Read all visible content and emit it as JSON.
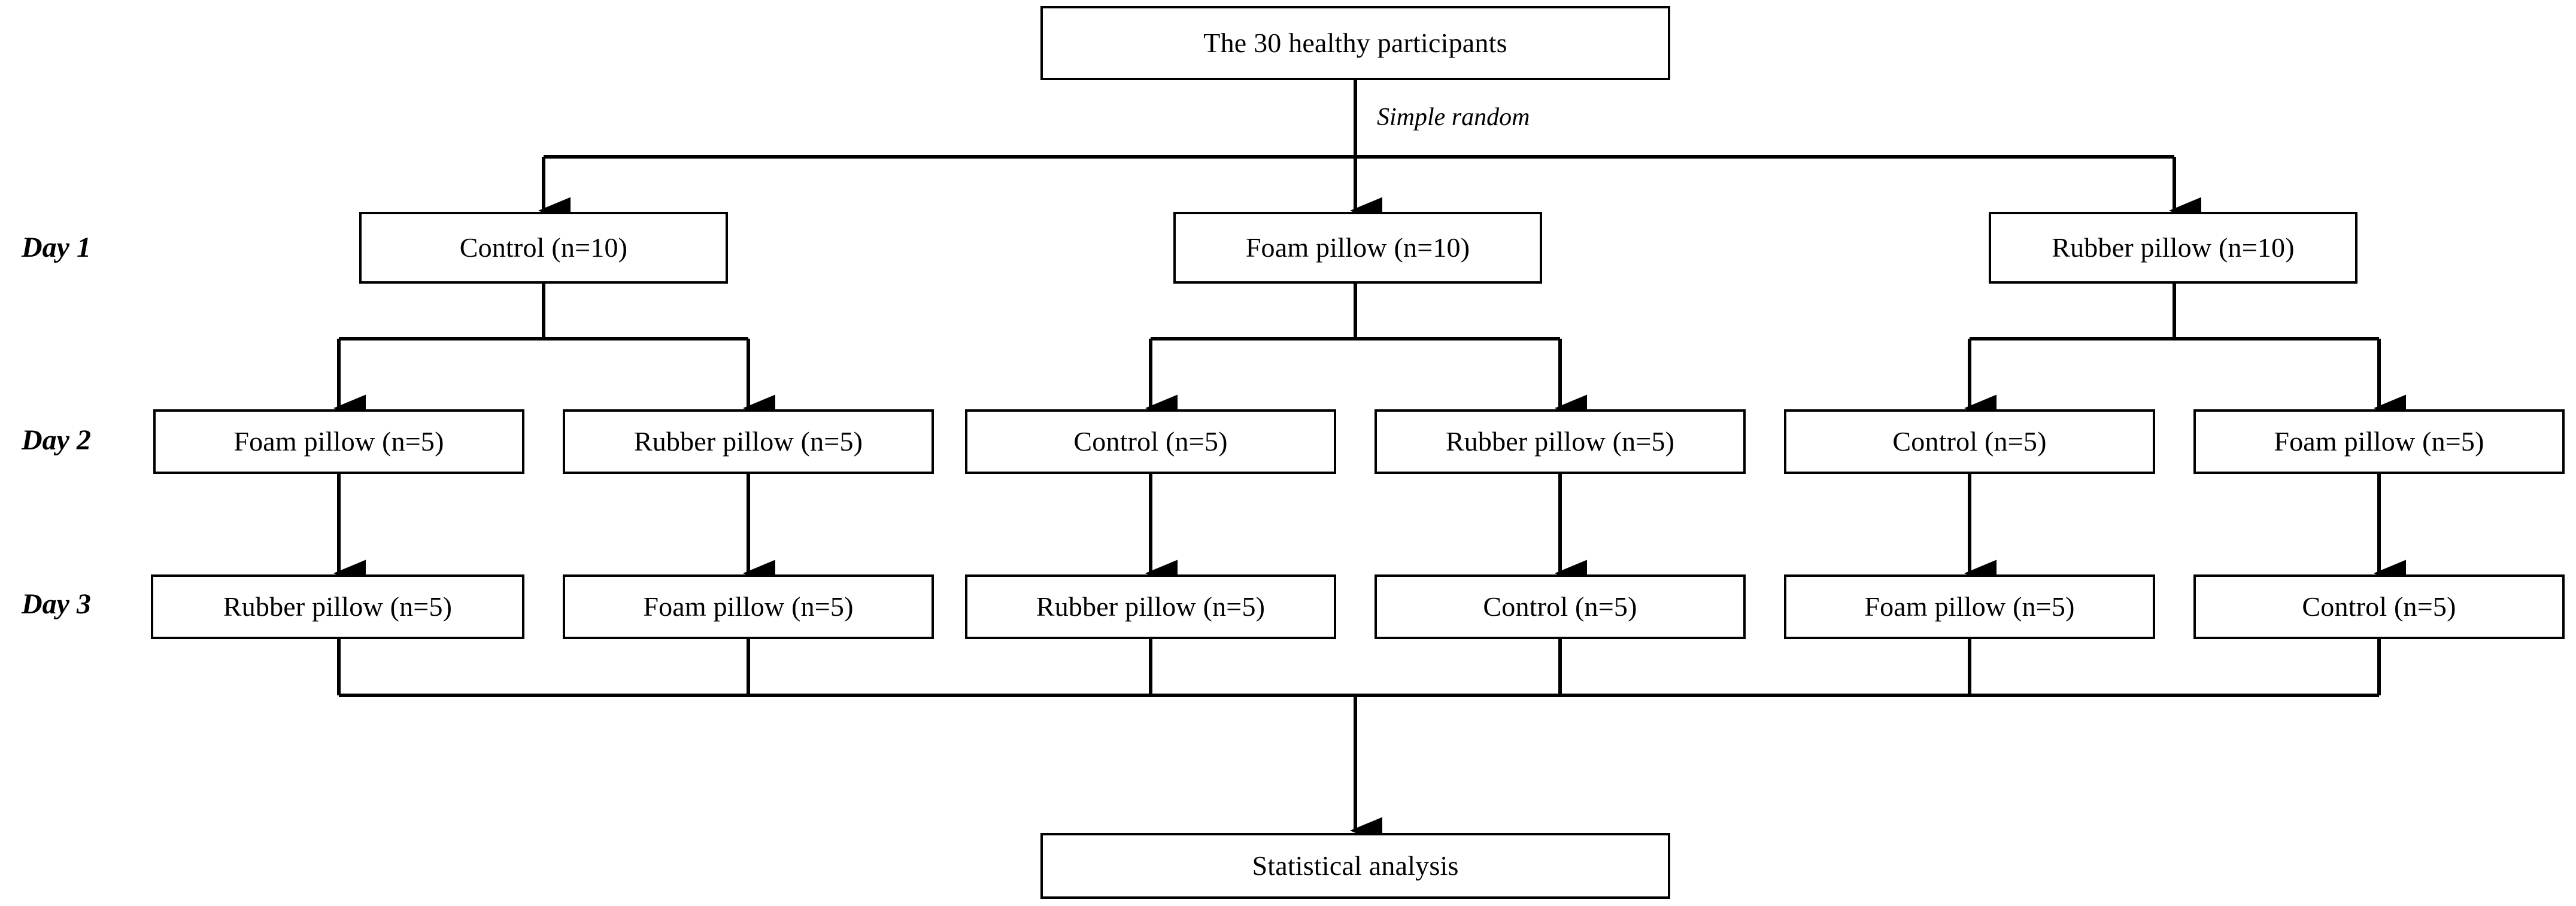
{
  "diagram": {
    "title_node": {
      "label": "The 30 healthy participants"
    },
    "edge_label": {
      "label": "Simple random"
    },
    "bottom_node": {
      "label": "Statistical analysis"
    },
    "row_labels": [
      {
        "label": "Day 1"
      },
      {
        "label": "Day 2"
      },
      {
        "label": "Day 3"
      }
    ],
    "day1": [
      {
        "label": "Control (n=10)"
      },
      {
        "label": "Foam pillow (n=10)"
      },
      {
        "label": "Rubber pillow (n=10)"
      }
    ],
    "day2": [
      {
        "label": "Foam pillow (n=5)"
      },
      {
        "label": "Rubber pillow (n=5)"
      },
      {
        "label": "Control (n=5)"
      },
      {
        "label": "Rubber pillow (n=5)"
      },
      {
        "label": "Control (n=5)"
      },
      {
        "label": "Foam pillow (n=5)"
      }
    ],
    "day3": [
      {
        "label": "Rubber pillow (n=5)"
      },
      {
        "label": "Foam pillow (n=5)"
      },
      {
        "label": "Rubber pillow (n=5)"
      },
      {
        "label": "Control (n=5)"
      },
      {
        "label": "Foam pillow (n=5)"
      },
      {
        "label": "Control (n=5)"
      }
    ],
    "colors": {
      "stroke": "#000000",
      "fill": "#ffffff",
      "text": "#000000"
    }
  }
}
